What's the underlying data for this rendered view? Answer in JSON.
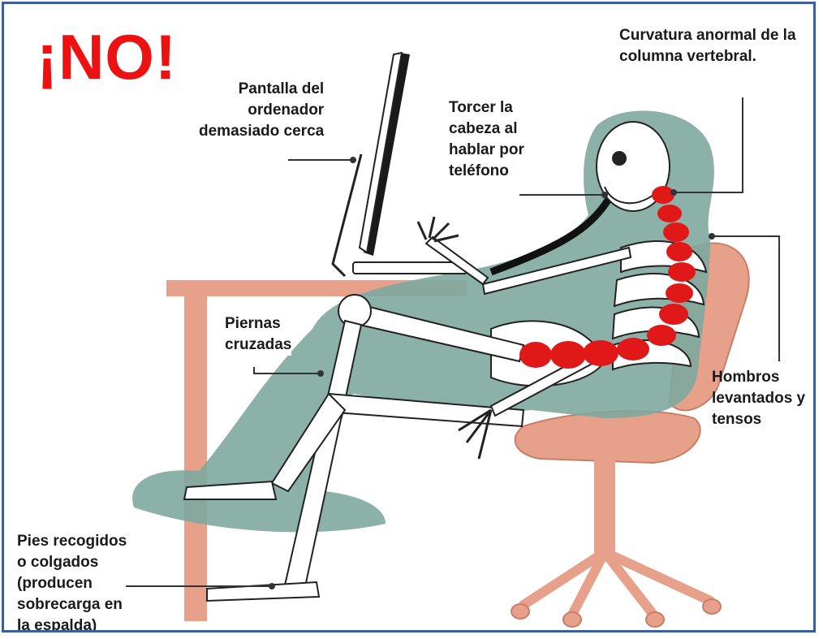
{
  "title": "¡NO!",
  "labels": {
    "screen": "Pantalla del\nordenador\ndemasiado cerca",
    "head": "Torcer la\ncabeza al\nhablar por\nteléfono",
    "spine": "Curvatura anormal de la\ncolumna vertebral.",
    "legs": "Piernas\ncruzadas",
    "shoulders": "Hombros\nlevantados y\ntensos",
    "feet": "Pies recogidos\no colgados\n(producen\nsobrecarga en\nla espalda)"
  },
  "colors": {
    "title": "#ee1111",
    "border": "#3a5f9c",
    "furniture": "#e7a08a",
    "silhouette": "#7ea99f",
    "spine_highlight": "#e01818",
    "bone": "#ffffff",
    "outline": "#222222"
  }
}
